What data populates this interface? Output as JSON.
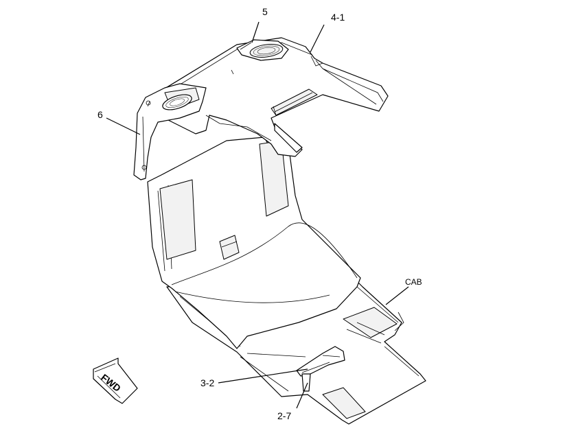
{
  "callouts": {
    "item_5": "5",
    "item_4_1": "4-1",
    "item_6": "6",
    "item_cab": "CAB",
    "item_3_2": "3-2",
    "item_2_7": "2-7"
  },
  "direction_indicator": {
    "label": "FWD"
  },
  "colors": {
    "line": "#000000",
    "background": "#ffffff",
    "shade": "#f2f2f2"
  }
}
